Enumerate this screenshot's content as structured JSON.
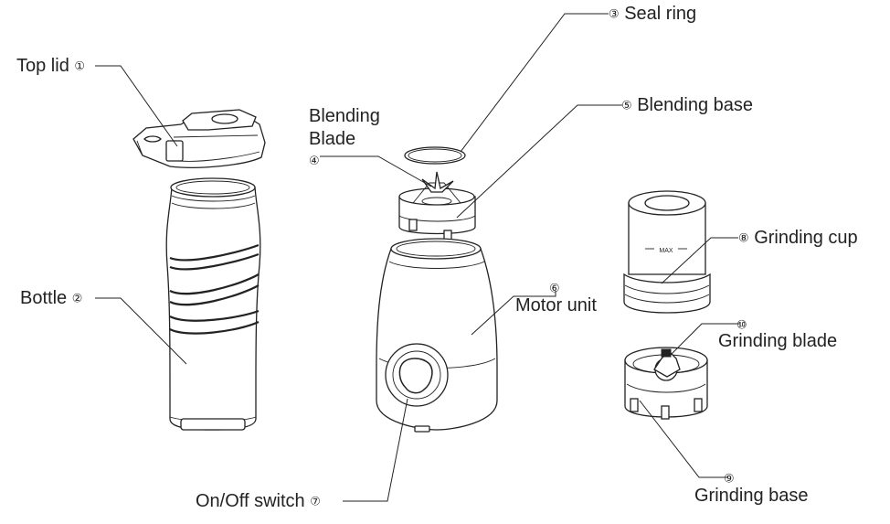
{
  "parts": {
    "top_lid": {
      "label": "Top lid",
      "num": "①"
    },
    "bottle": {
      "label": "Bottle",
      "num": "②"
    },
    "seal_ring": {
      "label": "Seal ring",
      "num": "③"
    },
    "blending_blade": {
      "label_line1": "Blending",
      "label_line2": "Blade",
      "num": "④"
    },
    "blending_base": {
      "label": "Blending base",
      "num": "⑤"
    },
    "motor_unit": {
      "label": "Motor unit",
      "num": "⑥"
    },
    "on_off_switch": {
      "label": "On/Off switch",
      "num": "⑦"
    },
    "grinding_cup": {
      "label": "Grinding cup",
      "num": "⑧",
      "marking": "MAX"
    },
    "grinding_base": {
      "label": "Grinding base",
      "num": "⑨"
    },
    "grinding_blade": {
      "label": "Grinding blade",
      "num": "⑩"
    }
  }
}
